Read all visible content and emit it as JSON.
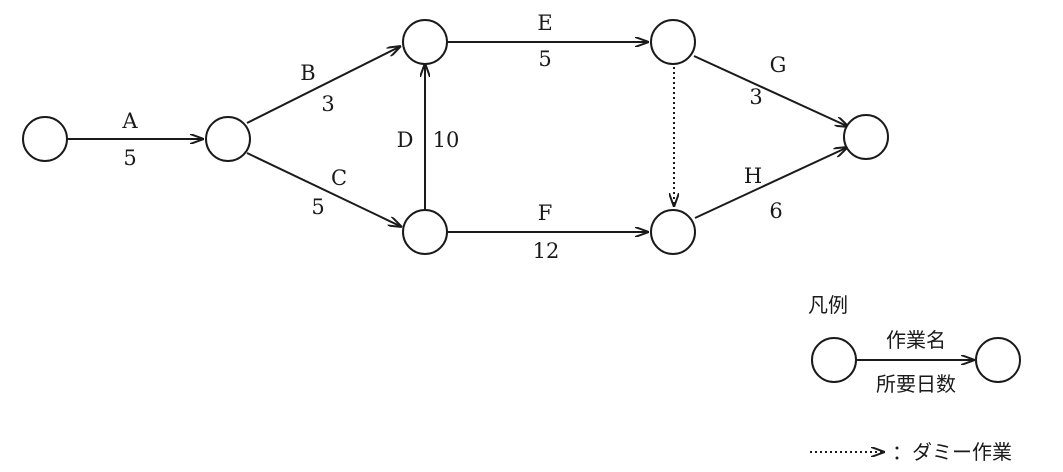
{
  "activities": [
    {
      "id": "A",
      "name": "A",
      "days": "5"
    },
    {
      "id": "B",
      "name": "B",
      "days": "3"
    },
    {
      "id": "C",
      "name": "C",
      "days": "5"
    },
    {
      "id": "D",
      "name": "D",
      "days": "10"
    },
    {
      "id": "E",
      "name": "E",
      "days": "5"
    },
    {
      "id": "F",
      "name": "F",
      "days": "12"
    },
    {
      "id": "G",
      "name": "G",
      "days": "3"
    },
    {
      "id": "H",
      "name": "H",
      "days": "6"
    }
  ],
  "legend": {
    "title": "凡例",
    "work_name": "作業名",
    "required_days": "所要日数",
    "dummy_label": "：ダミー作業"
  }
}
